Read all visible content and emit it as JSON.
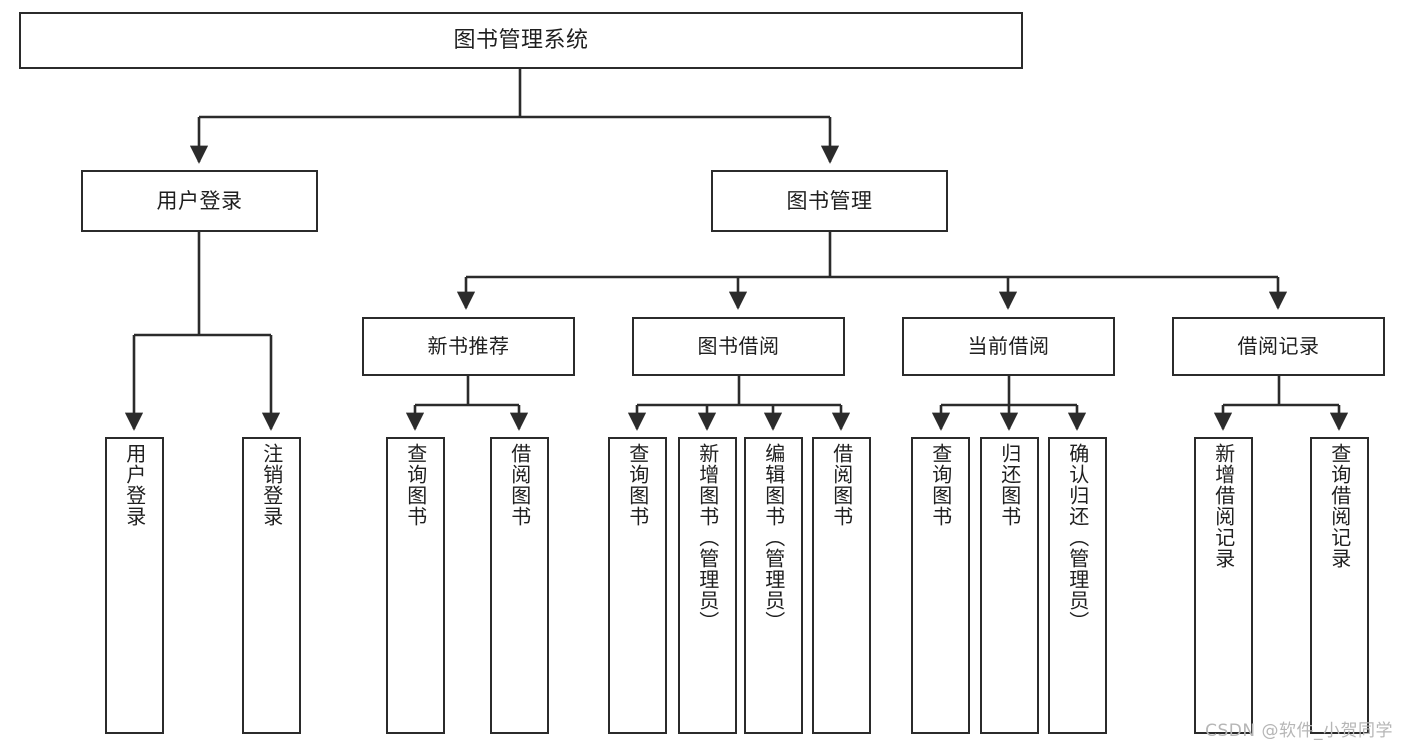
{
  "diagram": {
    "title": "图书管理系统",
    "type": "tree-hierarchy",
    "watermark": "CSDN @软件_小贺同学",
    "colors": {
      "stroke": "#2b2b2b",
      "node_fill": "#ffffff",
      "background": "#ffffff",
      "text": "#1f1f1f",
      "watermark": "#b6b6b6"
    }
  },
  "nodes": {
    "root": {
      "label": "图书管理系统"
    },
    "level1": [
      {
        "id": "user-login",
        "label": "用户登录"
      },
      {
        "id": "book-manage",
        "label": "图书管理"
      }
    ],
    "level2": [
      {
        "id": "new-book-recommend",
        "label": "新书推荐"
      },
      {
        "id": "book-borrow",
        "label": "图书借阅"
      },
      {
        "id": "current-borrow",
        "label": "当前借阅"
      },
      {
        "id": "borrow-record",
        "label": "借阅记录"
      }
    ],
    "leaves": [
      {
        "id": "leaf-user-login",
        "label": "用户登录",
        "parent": "user-login"
      },
      {
        "id": "leaf-logout-login",
        "label": "注销登录",
        "parent": "user-login"
      },
      {
        "id": "leaf-query-book-1",
        "label": "查询图书",
        "parent": "new-book-recommend"
      },
      {
        "id": "leaf-borrow-book-1",
        "label": "借阅图书",
        "parent": "new-book-recommend"
      },
      {
        "id": "leaf-query-book-2",
        "label": "查询图书",
        "parent": "book-borrow"
      },
      {
        "id": "leaf-add-book",
        "label": "新增图书（管理员）",
        "parent": "book-borrow"
      },
      {
        "id": "leaf-edit-book",
        "label": "编辑图书（管理员）",
        "parent": "book-borrow"
      },
      {
        "id": "leaf-borrow-book-2",
        "label": "借阅图书",
        "parent": "book-borrow"
      },
      {
        "id": "leaf-query-book-3",
        "label": "查询图书",
        "parent": "current-borrow"
      },
      {
        "id": "leaf-return-book",
        "label": "归还图书",
        "parent": "current-borrow"
      },
      {
        "id": "leaf-confirm-return",
        "label": "确认归还（管理员）",
        "parent": "current-borrow"
      },
      {
        "id": "leaf-add-record",
        "label": "新增借阅记录",
        "parent": "borrow-record"
      },
      {
        "id": "leaf-query-record",
        "label": "查询借阅记录",
        "parent": "borrow-record"
      }
    ]
  }
}
